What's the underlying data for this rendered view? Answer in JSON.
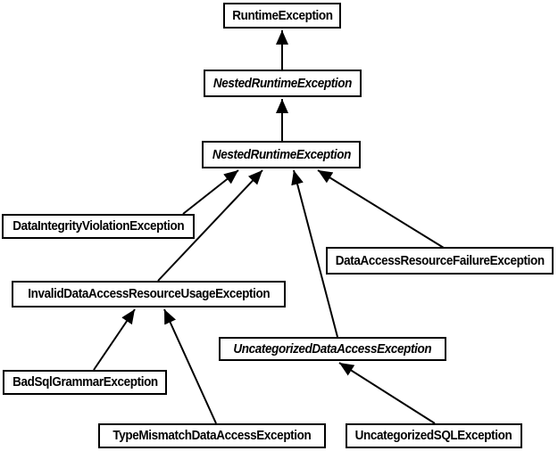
{
  "diagram": {
    "type": "class-inheritance-hierarchy",
    "background": "#ffffff",
    "colors": {
      "box_border": "#000000",
      "box_fill": "#ffffff",
      "text": "#000000",
      "arrow": "#000000"
    },
    "nodes": {
      "runtime_exception": {
        "label": "RuntimeException",
        "abstract": false
      },
      "nested_runtime_exception_upper": {
        "label": "NestedRuntimeException",
        "abstract": true
      },
      "nested_runtime_exception_lower": {
        "label": "NestedRuntimeException",
        "abstract": true
      },
      "data_integrity_violation": {
        "label": "DataIntegrityViolationException",
        "abstract": false
      },
      "data_access_resource_failure": {
        "label": "DataAccessResourceFailureException",
        "abstract": false
      },
      "invalid_data_access_resource_usage": {
        "label": "InvalidDataAccessResourceUsageException",
        "abstract": false
      },
      "uncategorized_data_access": {
        "label": "UncategorizedDataAccessException",
        "abstract": true
      },
      "bad_sql_grammar": {
        "label": "BadSqlGrammarException",
        "abstract": false
      },
      "type_mismatch_data_access": {
        "label": "TypeMismatchDataAccessException",
        "abstract": false
      },
      "uncategorized_sql": {
        "label": "UncategorizedSQLException",
        "abstract": false
      }
    },
    "edges": [
      {
        "from": "nested_runtime_exception_upper",
        "to": "runtime_exception",
        "relation": "extends"
      },
      {
        "from": "nested_runtime_exception_lower",
        "to": "nested_runtime_exception_upper",
        "relation": "extends"
      },
      {
        "from": "data_integrity_violation",
        "to": "nested_runtime_exception_lower",
        "relation": "extends"
      },
      {
        "from": "invalid_data_access_resource_usage",
        "to": "nested_runtime_exception_lower",
        "relation": "extends"
      },
      {
        "from": "uncategorized_data_access",
        "to": "nested_runtime_exception_lower",
        "relation": "extends"
      },
      {
        "from": "data_access_resource_failure",
        "to": "nested_runtime_exception_lower",
        "relation": "extends"
      },
      {
        "from": "bad_sql_grammar",
        "to": "invalid_data_access_resource_usage",
        "relation": "extends"
      },
      {
        "from": "type_mismatch_data_access",
        "to": "invalid_data_access_resource_usage",
        "relation": "extends"
      },
      {
        "from": "uncategorized_sql",
        "to": "uncategorized_data_access",
        "relation": "extends"
      }
    ]
  }
}
